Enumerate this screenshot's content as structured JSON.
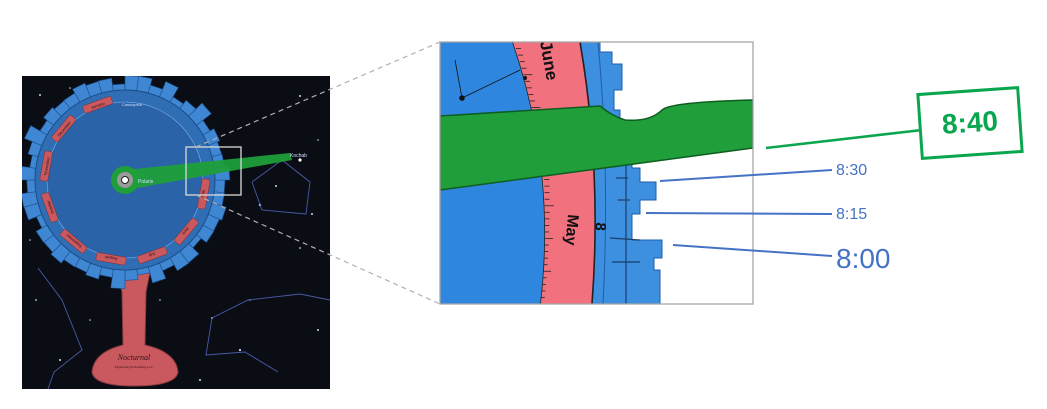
{
  "left_panel": {
    "brand": "Nocturnal",
    "brand_sub": "Engineering & Modelling, LLC",
    "star_polaris": "Polaris",
    "star_kochab": "Kochab",
    "constellation_top": "Cassiopeia",
    "months": [
      "January",
      "December",
      "November",
      "October",
      "September",
      "August",
      "July",
      "June",
      "May"
    ]
  },
  "zoom": {
    "month_upper": "June",
    "month_lower": "May",
    "hour_mark": "8"
  },
  "callouts": {
    "pointer_reading": "8:40",
    "mark_830": "8:30",
    "mark_815": "8:15",
    "mark_800": "8:00"
  },
  "colors": {
    "pointer_green": "#1f9e3a",
    "callout_green": "#0aa64f",
    "callout_blue": "#4472c4",
    "dial_blue": "#3d8fe0",
    "month_ring_pink": "#f2717f",
    "night_sky": "#0a0d14"
  }
}
